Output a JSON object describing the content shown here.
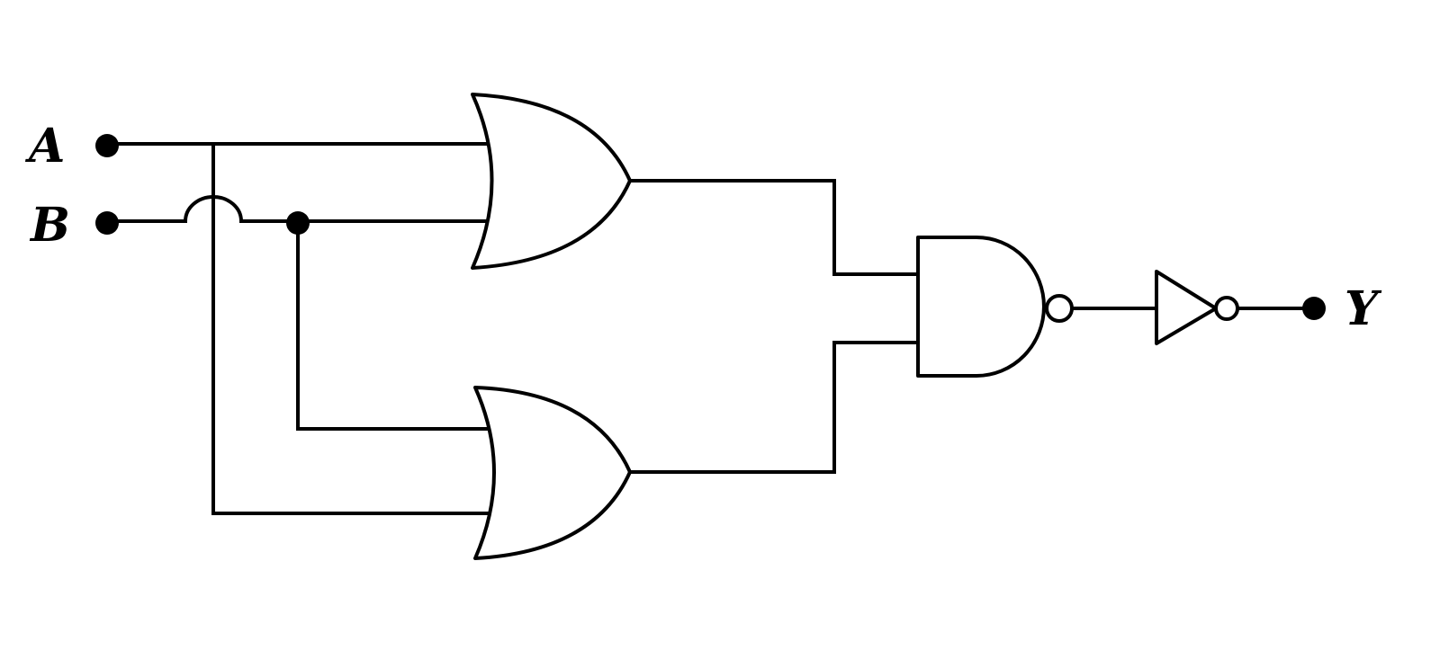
{
  "labels": {
    "input_a": "A",
    "input_b": "B",
    "output_y": "Y"
  },
  "gates": [
    {
      "id": "or-gate-1",
      "type": "OR",
      "inputs": [
        "A",
        "B"
      ]
    },
    {
      "id": "or-gate-2",
      "type": "OR",
      "inputs": [
        "B",
        "A"
      ]
    },
    {
      "id": "nand-gate",
      "type": "NAND",
      "inputs": [
        "or-gate-1",
        "or-gate-2"
      ]
    },
    {
      "id": "not-gate",
      "type": "NOT",
      "inputs": [
        "nand-gate"
      ],
      "output": "Y"
    }
  ]
}
